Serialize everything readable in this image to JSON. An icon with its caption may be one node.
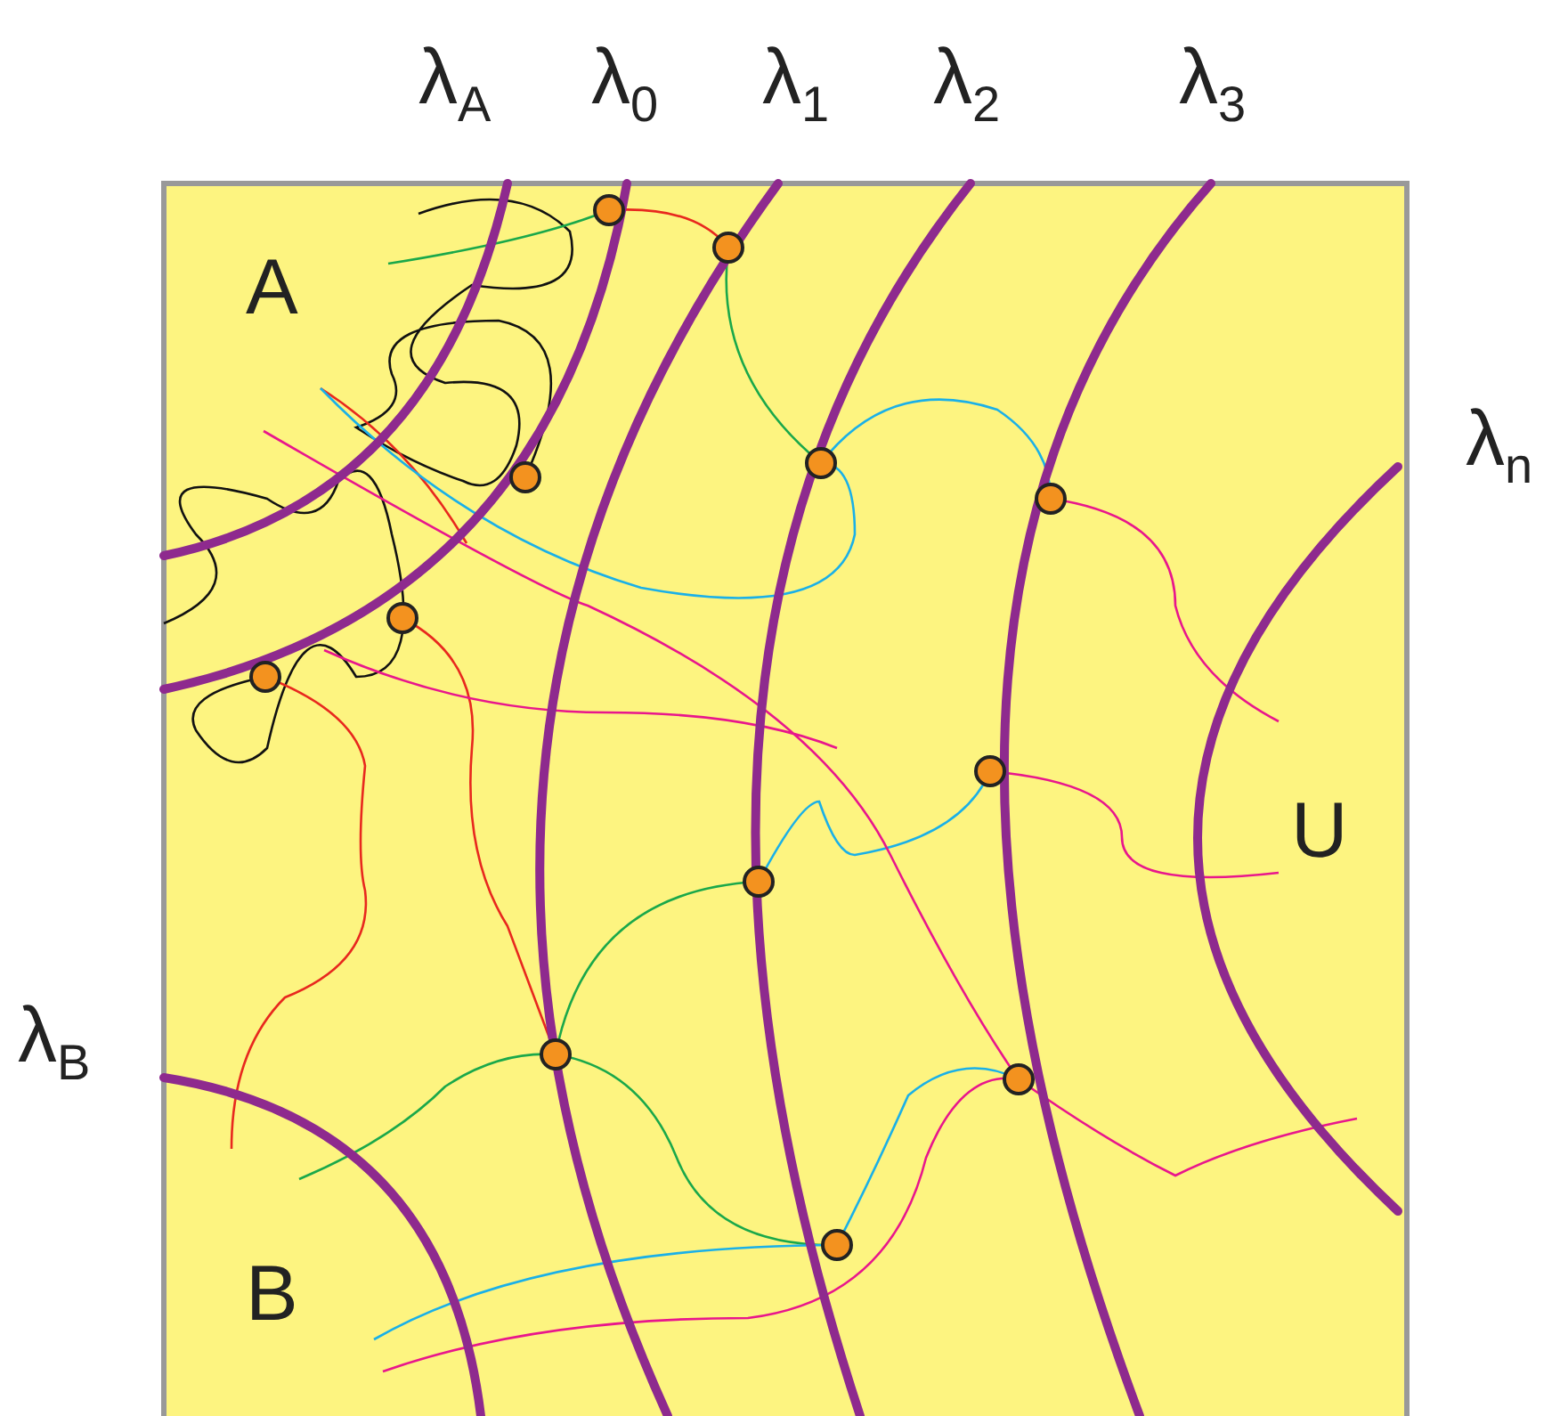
{
  "diagram": {
    "labels": [
      "λ$_{A}$",
      "λ$_{0}$",
      "λ$_{1}$",
      "λ$_{2}$",
      "λ$_{3}$",
      "A",
      "λ$_{n}$",
      "U",
      "λ$_{B}$",
      "B"
    ]
  }
}
